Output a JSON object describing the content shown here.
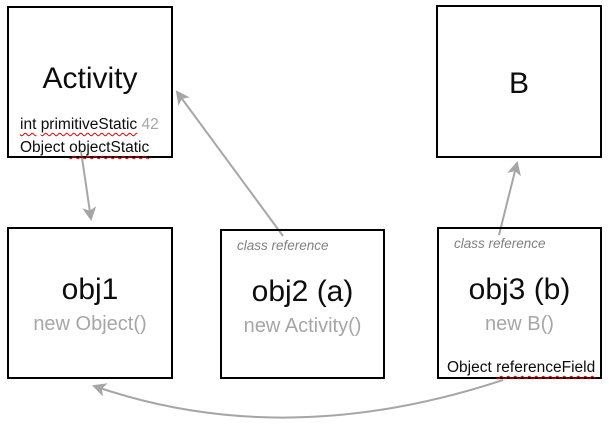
{
  "colors": {
    "box_border": "#000000",
    "title_text": "#0d0d0d",
    "muted_text": "#a6a6a6",
    "label_text": "#808080",
    "arrow": "#a6a6a6",
    "squiggle": "#e00000"
  },
  "boxes": {
    "activity": {
      "title": "Activity",
      "field1": {
        "type": "int",
        "name": "primitiveStatic",
        "value": "42"
      },
      "field2": {
        "type": "Object",
        "name": "objectStatic"
      }
    },
    "b": {
      "title": "B"
    },
    "obj1": {
      "title": "obj1",
      "subtitle": "new Object()"
    },
    "obj2": {
      "label": "class reference",
      "title": "obj2 (a)",
      "subtitle": "new Activity()"
    },
    "obj3": {
      "label": "class reference",
      "title": "obj3 (b)",
      "subtitle": "new B()",
      "field": {
        "type": "Object",
        "name": "referenceField"
      }
    }
  },
  "arrows": [
    {
      "name": "arrow-objectStatic-to-obj1",
      "from": "Activity.objectStatic",
      "to": "obj1"
    },
    {
      "name": "arrow-obj2-to-activity",
      "from": "obj2 (a)",
      "to": "Activity"
    },
    {
      "name": "arrow-obj3-to-b",
      "from": "obj3 (b)",
      "to": "B"
    },
    {
      "name": "arrow-referenceField-to-obj1",
      "from": "obj3.referenceField",
      "to": "obj1"
    }
  ]
}
